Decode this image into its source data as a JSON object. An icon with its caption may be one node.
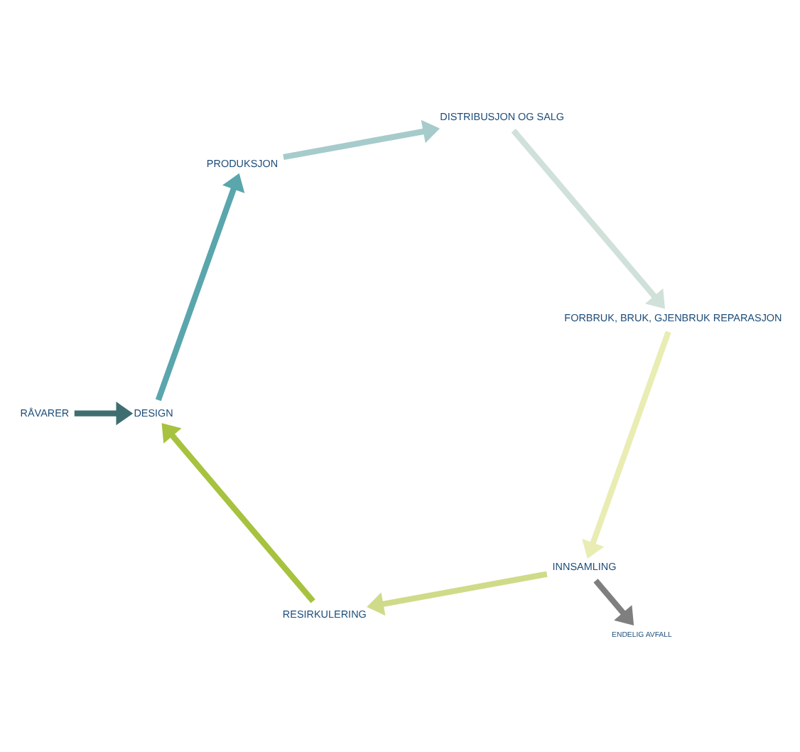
{
  "diagram": {
    "nodes": [
      {
        "text": [
          "RÅVARER"
        ]
      },
      {
        "text": [
          "DESIGN"
        ]
      },
      {
        "text": [
          "PRODUKSJON"
        ]
      },
      {
        "text": [
          "DISTRIBUSJON OG SALG"
        ]
      },
      {
        "text": [
          "FORBRUK, BRUK, GJENBRUK REPARASJON"
        ]
      },
      {
        "text": [
          "INNSAMLING"
        ]
      },
      {
        "text": [
          "RESIRKULERING"
        ]
      },
      {
        "text": [
          "ENDELIG AVFALL"
        ]
      }
    ],
    "edges": [
      {
        "from": 0,
        "to": 1,
        "arrow": "to",
        "color": "#3f6e70"
      },
      {
        "from": 1,
        "to": 2,
        "arrow": "to",
        "color": "#5aa6ad"
      },
      {
        "from": 2,
        "to": 3,
        "arrow": "to",
        "color": "#a6cbcb"
      },
      {
        "from": 3,
        "to": 4,
        "arrow": "to",
        "color": "#cfe1d9"
      },
      {
        "from": 4,
        "to": 5,
        "arrow": "to",
        "color": "#e9edb3"
      },
      {
        "from": 5,
        "to": 6,
        "arrow": "to",
        "color": "#cfdb88"
      },
      {
        "from": 6,
        "to": 1,
        "arrow": "to",
        "color": "#a7c23e"
      },
      {
        "from": 5,
        "to": 7,
        "arrow": "to",
        "color": "#7f7f7f"
      }
    ]
  }
}
